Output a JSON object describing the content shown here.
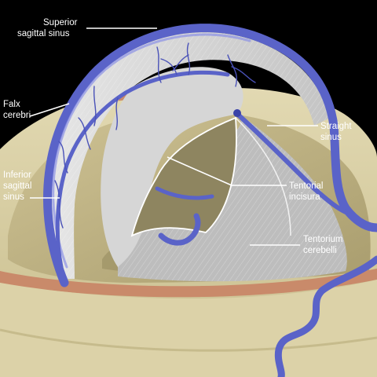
{
  "labels": {
    "superior_sagittal_sinus": [
      "Superior",
      "sagittal sinus"
    ],
    "falx_cerebri": [
      "Falx",
      "cerebri"
    ],
    "straight_sinus": [
      "Straight",
      "sinus"
    ],
    "inferior_sagittal_sinus": [
      "Inferior",
      "sagittal",
      "sinus"
    ],
    "tentorial_incisura": [
      "Tentorial",
      "incisura"
    ],
    "tentorium_cerebelli": [
      "Tentorium",
      "cerebelli"
    ]
  },
  "colors": {
    "background": "#000000",
    "bone": "#d9cfa3",
    "bone_shadow": "#b5aa7c",
    "bone_edge": "#c98a6a",
    "dura": "#dcdcdc",
    "sinus": "#5a63c8",
    "label_text": "#ffffff"
  }
}
